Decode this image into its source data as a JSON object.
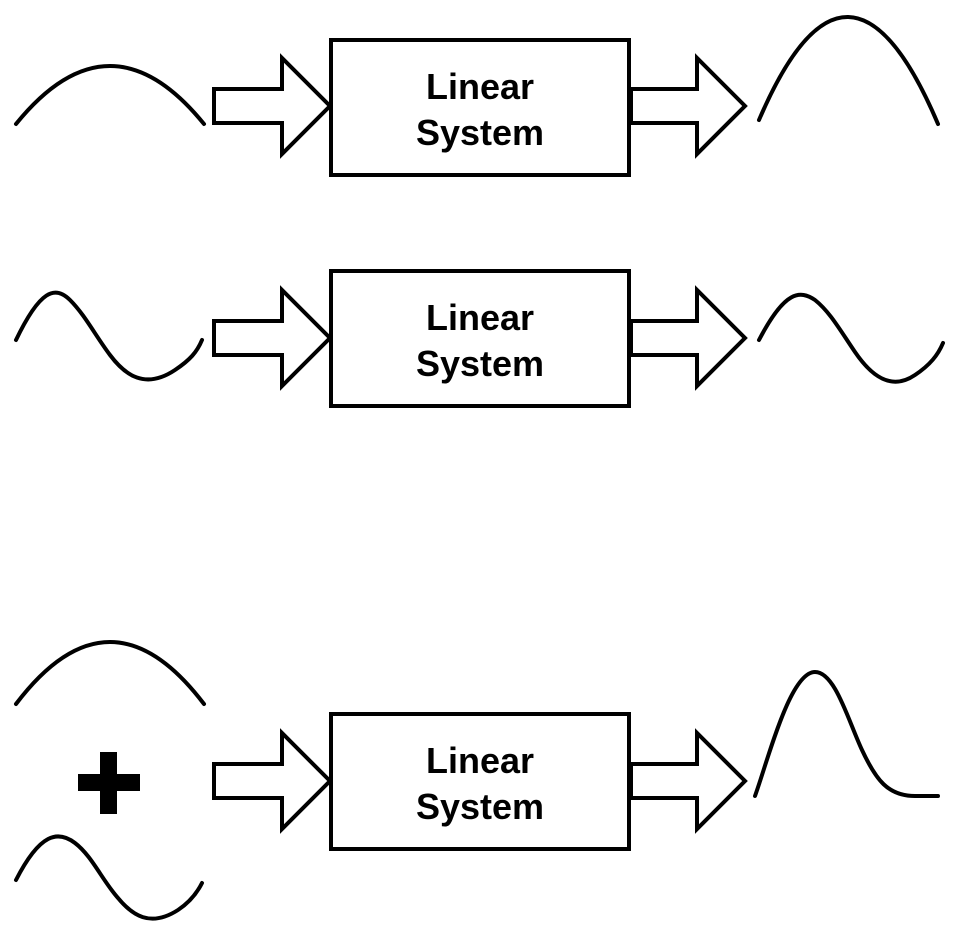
{
  "colors": {
    "stroke": "#000000",
    "background": "#ffffff"
  },
  "systems": [
    {
      "line1": "Linear",
      "line2": "System"
    },
    {
      "line1": "Linear",
      "line2": "System"
    },
    {
      "line1": "Linear",
      "line2": "System"
    }
  ]
}
